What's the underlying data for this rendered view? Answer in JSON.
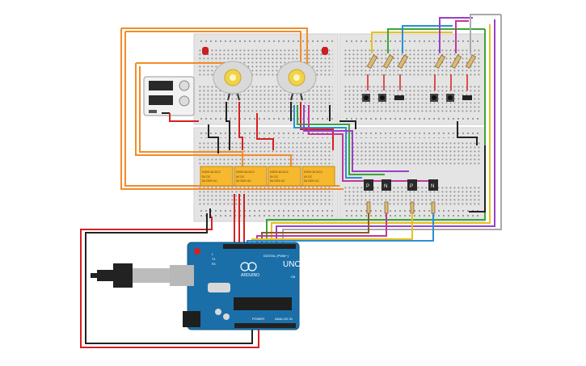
{
  "board": {
    "label_uno": "UNO",
    "label_brand": "ARDUINO",
    "label_digital": "DIGITAL (PWM~)",
    "label_power": "POWER",
    "label_analog": "ANALOG IN",
    "label_tx": "TX",
    "label_rx": "RX",
    "label_l": "L",
    "label_on": "ON"
  },
  "relays": [
    {
      "title": "K520-M-5C2",
      "line1": "5V DC",
      "line2": "5A 250V AC"
    },
    {
      "title": "K520-M-5C2",
      "line1": "5V DC",
      "line2": "5A 250V AC"
    },
    {
      "title": "K520-M-5C2",
      "line1": "5V DC",
      "line2": "5A 250V AC"
    },
    {
      "title": "K520-M-5C2",
      "line1": "5V DC",
      "line2": "5A 250V AC"
    }
  ],
  "transistors": [
    {
      "label": "P"
    },
    {
      "label": "N"
    },
    {
      "label": "P"
    },
    {
      "label": "N"
    }
  ],
  "colors": {
    "orange": "#f28c28",
    "red": "#d62020",
    "black": "#222222",
    "green": "#3aa53a",
    "yellow": "#e6c21a",
    "blue": "#2a8fd6",
    "purple": "#9b3fc6",
    "magenta": "#c2379b",
    "board_blue": "#1b6fa8",
    "relay": "#f5b82e"
  }
}
